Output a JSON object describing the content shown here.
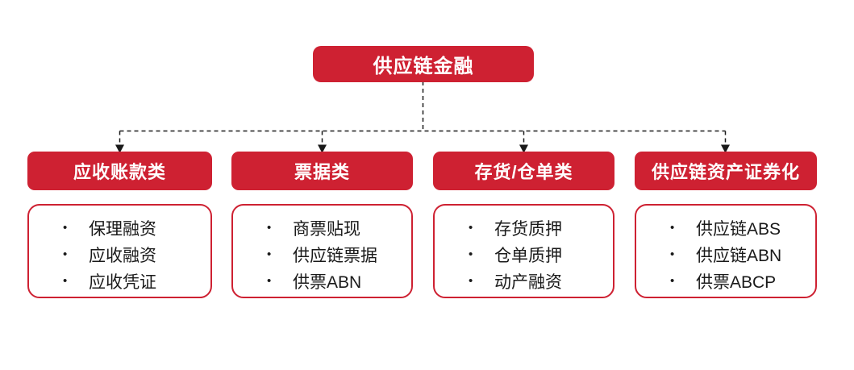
{
  "diagram": {
    "bullet": "•",
    "root_label": "供应链金融",
    "branches": [
      {
        "header": "应收账款类",
        "items": [
          "保理融资",
          "应收融资",
          "应收凭证"
        ]
      },
      {
        "header": "票据类",
        "items": [
          "商票贴现",
          "供应链票据",
          "供票ABN"
        ]
      },
      {
        "header": "存货/仓单类",
        "items": [
          "存货质押",
          "仓单质押",
          "动产融资"
        ]
      },
      {
        "header": "供应链资产证券化",
        "items": [
          "供应链ABS",
          "供应链ABN",
          "供票ABCP"
        ]
      }
    ],
    "colors": {
      "accent_red": "#CE2132",
      "text_dark": "#1a1a1a",
      "connector_black": "#1a1a1a",
      "background": "#ffffff"
    }
  }
}
